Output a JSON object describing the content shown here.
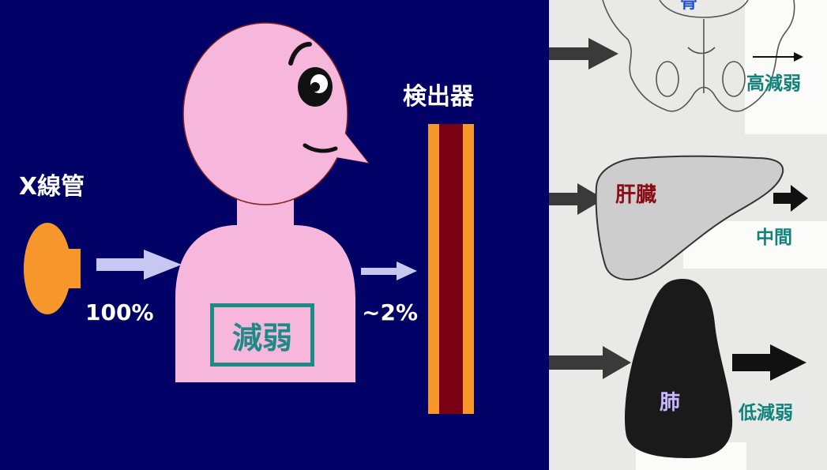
{
  "left_diagram": {
    "tube_label": "X線管",
    "detector_label": "検出器",
    "input_percent": "100%",
    "output_percent": "~2%",
    "attenuation_label": "減弱"
  },
  "right_diagram": {
    "bone_label": "骨",
    "bone_result": "高減弱",
    "liver_label": "肝臓",
    "liver_result": "中間",
    "lung_label": "肺",
    "lung_result": "低減弱"
  },
  "colors": {
    "background": "#000066",
    "tube": "#f7962a",
    "head_fill": "#f7b6dc",
    "detector_outer": "#f7962a",
    "detector_inner": "#7a0014",
    "arrow": "#c7c8f2",
    "teal_text": "#10827a"
  },
  "icons": [
    "xray-tube-icon",
    "person-icon",
    "detector-icon",
    "arrow-icon",
    "pelvis-bone-icon",
    "liver-icon",
    "lung-icon"
  ]
}
